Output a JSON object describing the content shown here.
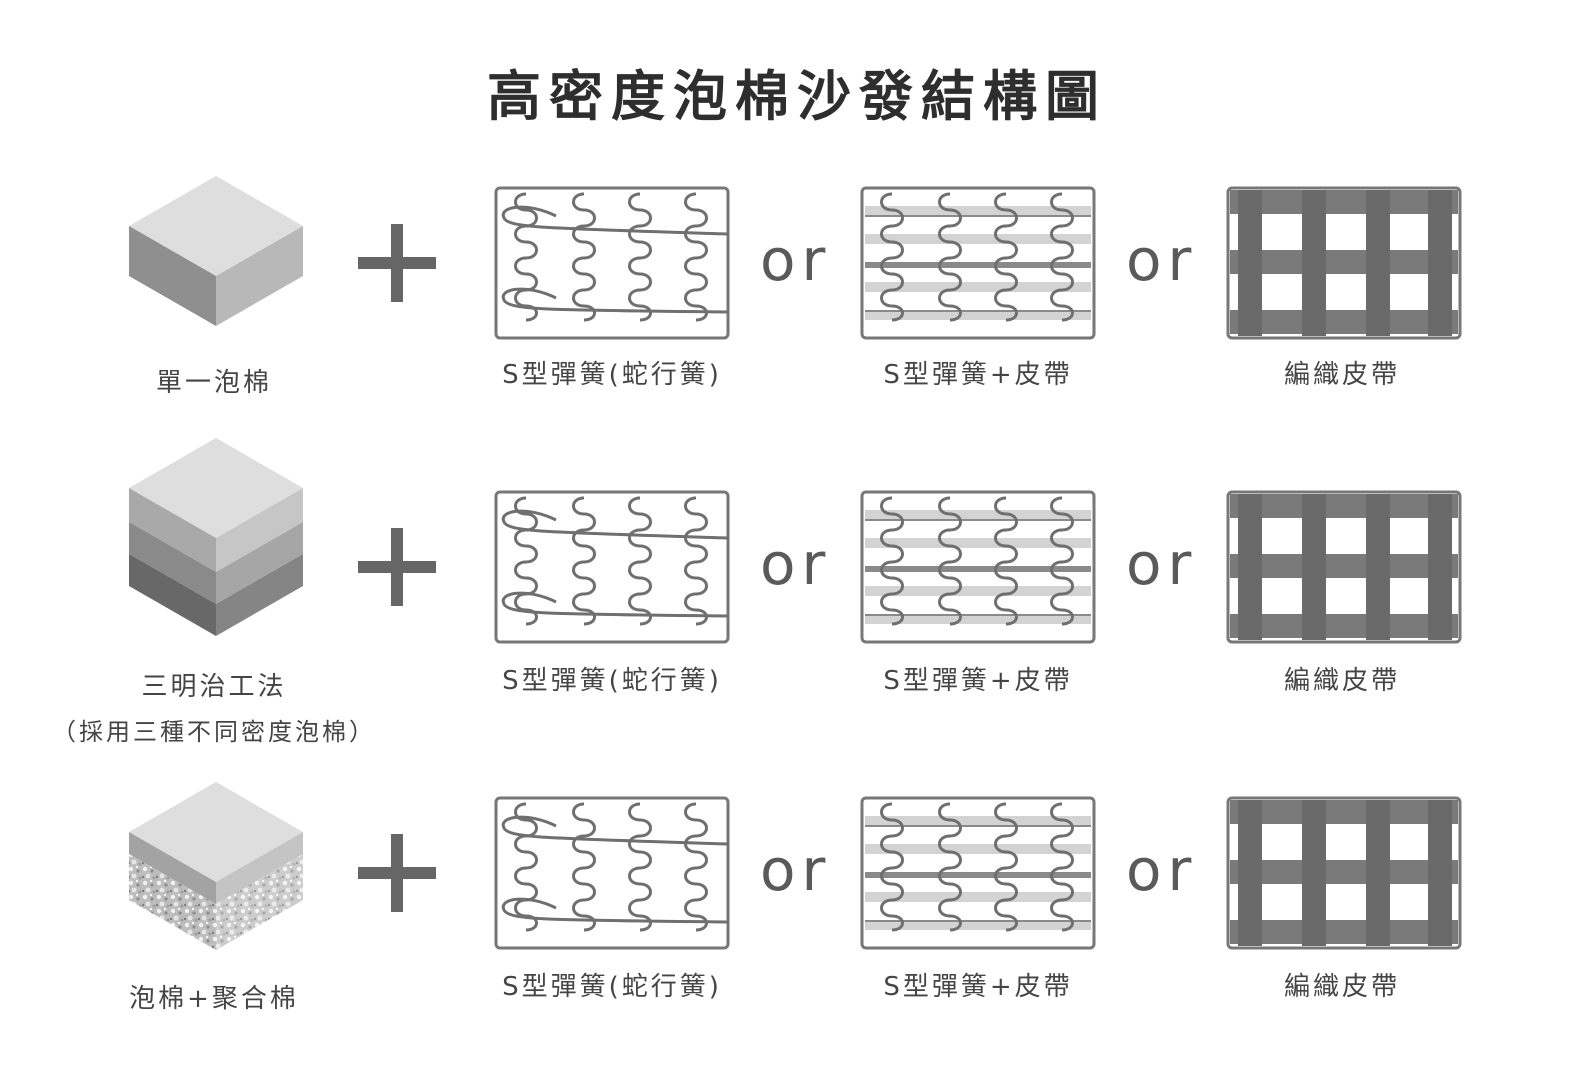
{
  "title": "高密度泡棉沙發結構圖",
  "connector_or": "or",
  "rows": [
    {
      "foam_label": "單一泡棉",
      "foam_sublabel": "",
      "options": [
        "S型彈簧(蛇行簧)",
        "S型彈簧+皮帶",
        "編織皮帶"
      ]
    },
    {
      "foam_label": "三明治工法",
      "foam_sublabel": "（採用三種不同密度泡棉）",
      "options": [
        "S型彈簧(蛇行簧)",
        "S型彈簧+皮帶",
        "編織皮帶"
      ]
    },
    {
      "foam_label": "泡棉+聚合棉",
      "foam_sublabel": "",
      "options": [
        "S型彈簧(蛇行簧)",
        "S型彈簧+皮帶",
        "編織皮帶"
      ]
    }
  ],
  "colors": {
    "frame": "#777777",
    "strap": "#6a6a6a",
    "stripe": "#d2d2d2",
    "cube_top": "#dcdcdc",
    "plus": "#666666"
  }
}
